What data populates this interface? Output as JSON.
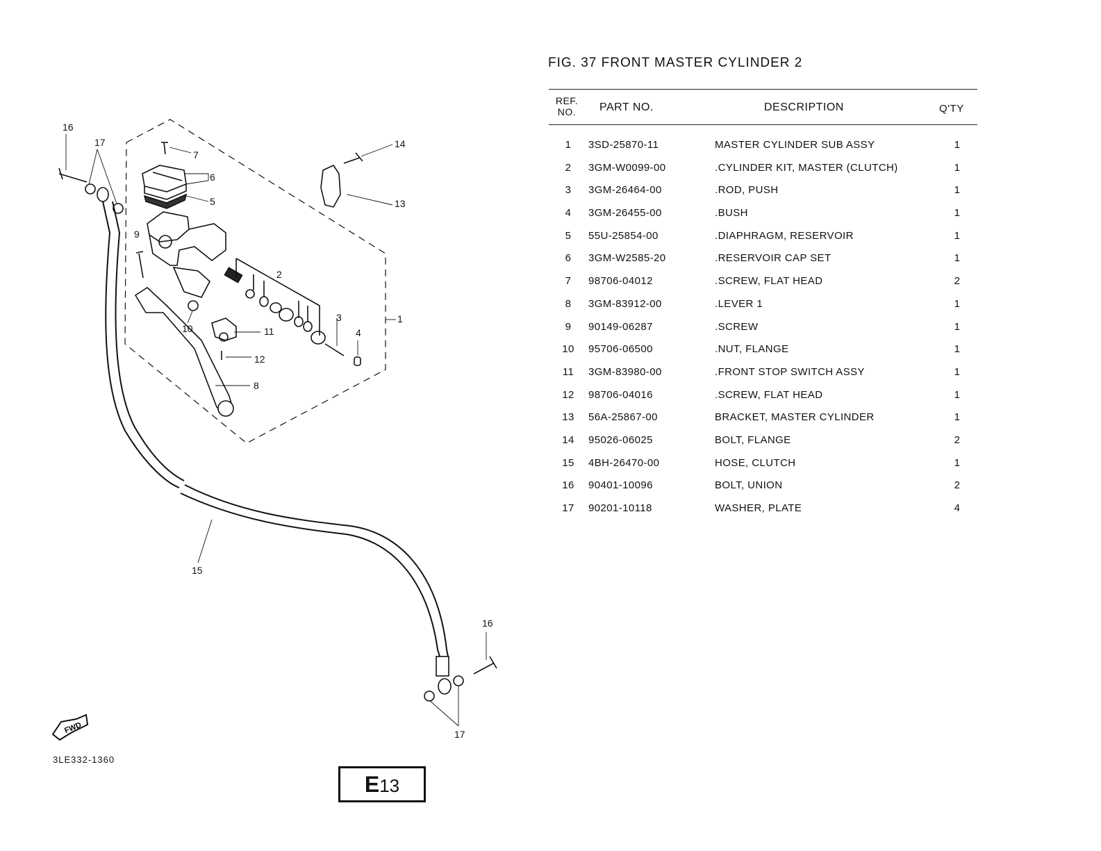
{
  "figure": {
    "title": "FIG. 37  FRONT MASTER CYLINDER 2"
  },
  "table": {
    "headers": {
      "ref_no": "REF. NO.",
      "ref_line1": "REF.",
      "ref_line2": "NO.",
      "part_no": "PART NO.",
      "description": "DESCRIPTION",
      "qty": "Q'TY"
    },
    "rows": [
      {
        "ref": "1",
        "part": "3SD-25870-11",
        "desc": "MASTER CYLINDER SUB ASSY",
        "qty": "1"
      },
      {
        "ref": "2",
        "part": "3GM-W0099-00",
        "desc": ".CYLINDER KIT, MASTER (CLUTCH)",
        "qty": "1"
      },
      {
        "ref": "3",
        "part": "3GM-26464-00",
        "desc": ".ROD, PUSH",
        "qty": "1"
      },
      {
        "ref": "4",
        "part": "3GM-26455-00",
        "desc": ".BUSH",
        "qty": "1"
      },
      {
        "ref": "5",
        "part": "55U-25854-00",
        "desc": ".DIAPHRAGM, RESERVOIR",
        "qty": "1"
      },
      {
        "ref": "6",
        "part": "3GM-W2585-20",
        "desc": ".RESERVOIR CAP SET",
        "qty": "1"
      },
      {
        "ref": "7",
        "part": "98706-04012",
        "desc": ".SCREW, FLAT HEAD",
        "qty": "2"
      },
      {
        "ref": "8",
        "part": "3GM-83912-00",
        "desc": ".LEVER 1",
        "qty": "1"
      },
      {
        "ref": "9",
        "part": "90149-06287",
        "desc": ".SCREW",
        "qty": "1"
      },
      {
        "ref": "10",
        "part": "95706-06500",
        "desc": ".NUT, FLANGE",
        "qty": "1"
      },
      {
        "ref": "11",
        "part": "3GM-83980-00",
        "desc": ".FRONT STOP SWITCH ASSY",
        "qty": "1"
      },
      {
        "ref": "12",
        "part": "98706-04016",
        "desc": ".SCREW, FLAT HEAD",
        "qty": "1"
      },
      {
        "ref": "13",
        "part": "56A-25867-00",
        "desc": "BRACKET, MASTER CYLINDER",
        "qty": "1"
      },
      {
        "ref": "14",
        "part": "95026-06025",
        "desc": "BOLT, FLANGE",
        "qty": "2"
      },
      {
        "ref": "15",
        "part": "4BH-26470-00",
        "desc": "HOSE, CLUTCH",
        "qty": "1"
      },
      {
        "ref": "16",
        "part": "90401-10096",
        "desc": "BOLT, UNION",
        "qty": "2"
      },
      {
        "ref": "17",
        "part": "90201-10118",
        "desc": "WASHER, PLATE",
        "qty": "4"
      }
    ]
  },
  "diagram": {
    "callouts": [
      "1",
      "2",
      "3",
      "4",
      "5",
      "6",
      "7",
      "8",
      "9",
      "10",
      "11",
      "12",
      "13",
      "14",
      "15",
      "16",
      "17",
      "16",
      "17"
    ],
    "forward_marker": "FWD",
    "forward_icon": "forward-arrow-icon"
  },
  "footer": {
    "drawing_code": "3LE332-1360",
    "page_letter": "E",
    "page_number": "13"
  }
}
